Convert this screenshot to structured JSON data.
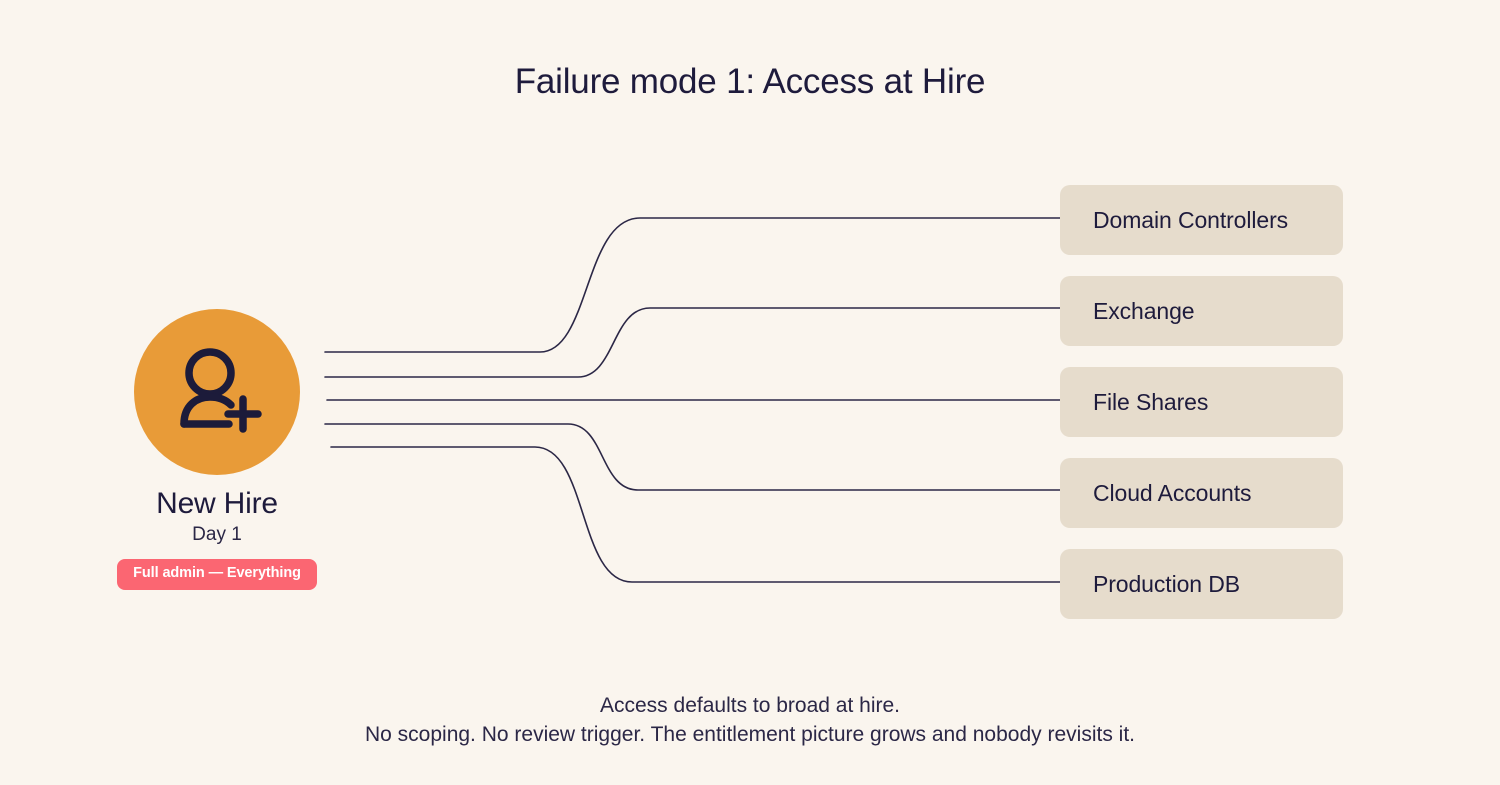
{
  "page": {
    "title": "Failure mode 1: Access at Hire",
    "background_color": "#FAF5EE",
    "text_color": "#1E1B3C"
  },
  "source": {
    "icon": "user-plus-icon",
    "circle_color": "#E89B38",
    "name": "New Hire",
    "subtitle": "Day 1",
    "badge": {
      "label": "Full admin — Everything",
      "background_color": "#FB6672",
      "text_color": "#FFFFFF"
    }
  },
  "targets": {
    "card_color": "#E6DCCC",
    "items": [
      {
        "label": "Domain Controllers"
      },
      {
        "label": "Exchange"
      },
      {
        "label": "File Shares"
      },
      {
        "label": "Cloud Accounts"
      },
      {
        "label": "Production DB"
      }
    ]
  },
  "connectors": {
    "line_color": "#2B2746",
    "count": 5,
    "description": "Five access links fan out from the new hire to every system"
  },
  "caption": {
    "line1": "Access defaults to broad at hire.",
    "line2": "No scoping. No review trigger. The entitlement picture grows and nobody revisits it."
  }
}
